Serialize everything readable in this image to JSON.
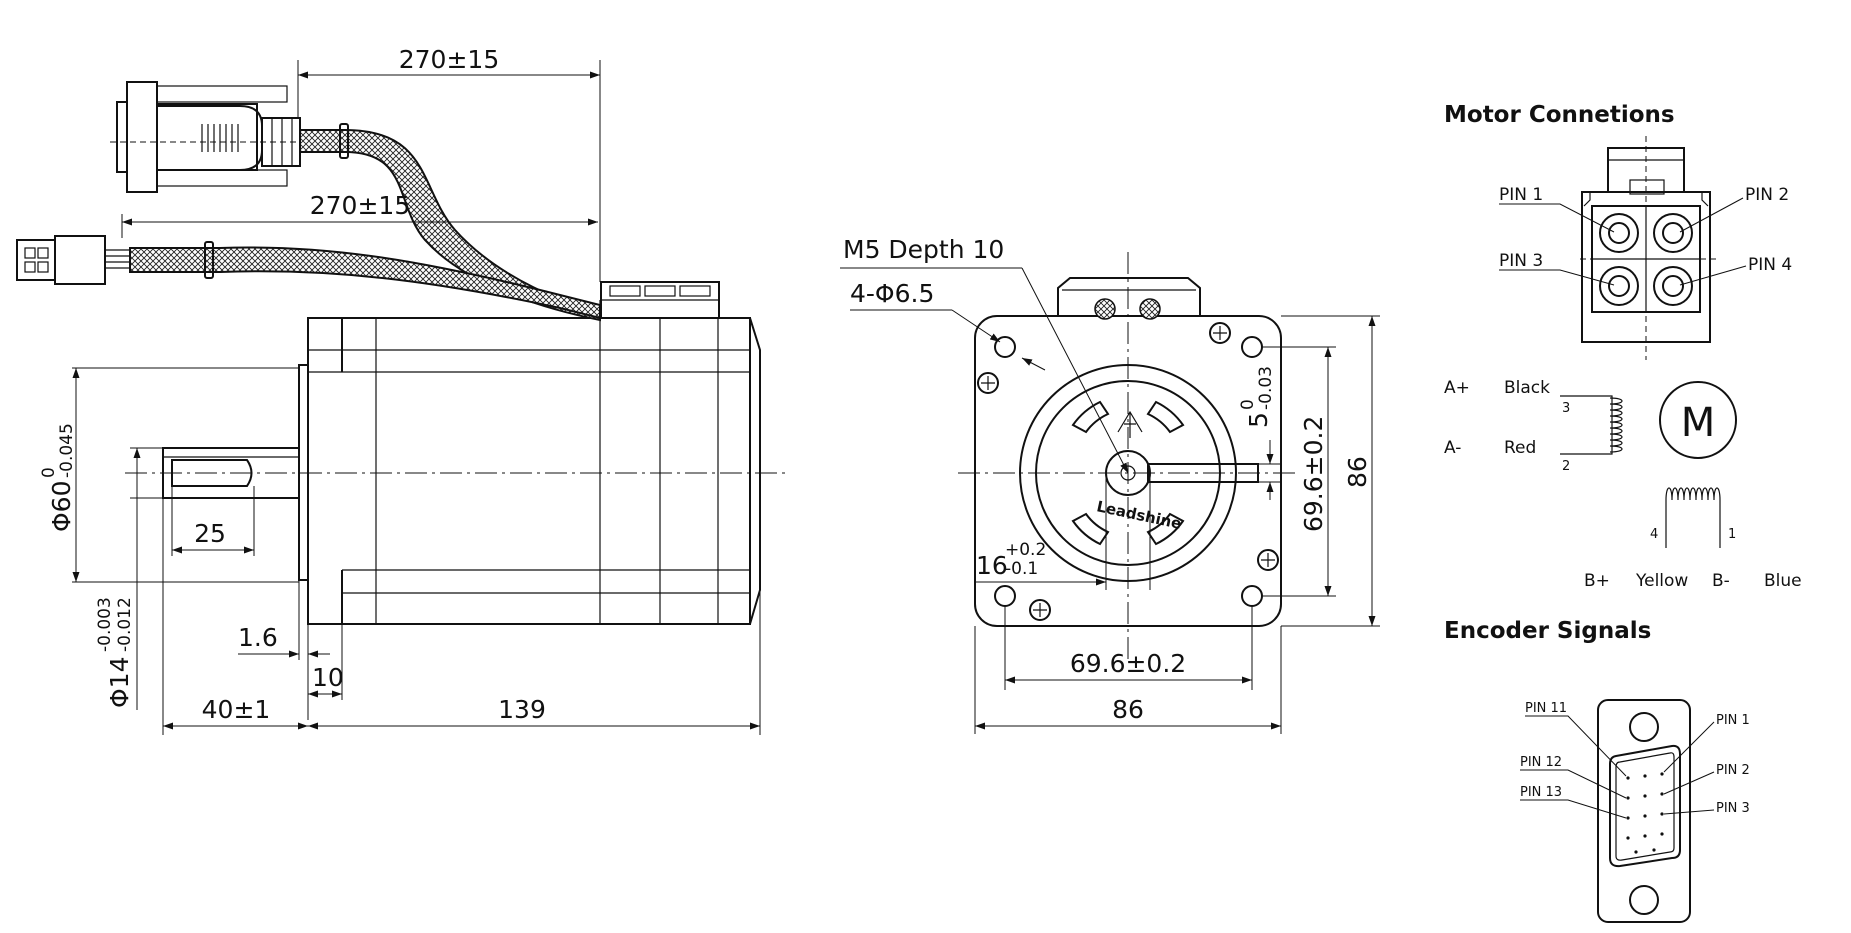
{
  "side_view": {
    "dims": {
      "cable_length_top": "270±15",
      "cable_length_bottom": "270±15",
      "shaft_key_length": "25",
      "flange_step": "1.6",
      "flange_thickness": "10",
      "shaft_length": "40±1",
      "body_length": "139",
      "pilot_diameter": "Φ60",
      "pilot_tol_upper": "0",
      "pilot_tol_lower": "-0.045",
      "shaft_diameter": "Φ14",
      "shaft_tol_upper": "-0.003",
      "shaft_tol_lower": "-0.012"
    }
  },
  "front_view": {
    "dims": {
      "thread_note": "M5 Depth 10",
      "holes_note": "4-Φ6.5",
      "key_width": "5",
      "key_tol_upper": "0",
      "key_tol_lower": "-0.03",
      "bolt_circle_v": "69.6±0.2",
      "flange_height": "86",
      "shaft_flat": "16",
      "shaft_flat_tol_upper": "+0.2",
      "shaft_flat_tol_lower": "-0.1",
      "bolt_circle_h": "69.6±0.2",
      "flange_width": "86"
    },
    "logo_text": "Leadshine"
  },
  "motor_connections": {
    "title": "Motor Connetions",
    "pins": [
      "PIN 1",
      "PIN 2",
      "PIN 3",
      "PIN 4"
    ],
    "wires": {
      "a_plus": "A+",
      "a_plus_color": "Black",
      "a_minus": "A-",
      "a_minus_color": "Red",
      "b_plus": "B+",
      "b_plus_color": "Yellow",
      "b_minus": "B-",
      "b_minus_color": "Blue",
      "coil_a_top_pin": "3",
      "coil_a_bottom_pin": "2",
      "coil_b_left_pin": "4",
      "coil_b_right_pin": "1"
    },
    "motor_symbol": "M"
  },
  "encoder_signals": {
    "title": "Encoder Signals",
    "pins_left": [
      "PIN 11",
      "PIN 12",
      "PIN 13"
    ],
    "pins_right": [
      "PIN 1",
      "PIN 2",
      "PIN 3"
    ]
  }
}
